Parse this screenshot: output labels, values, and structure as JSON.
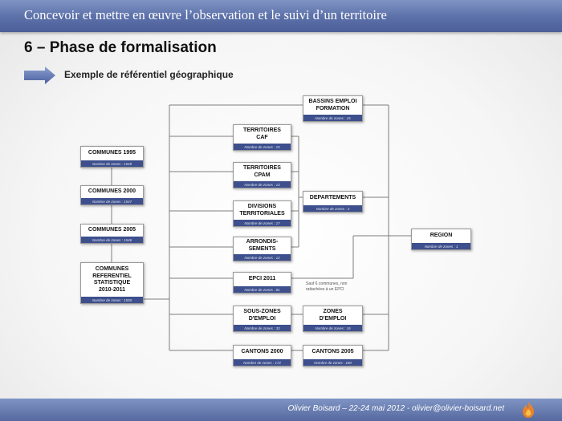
{
  "header": {
    "title": "Concevoir et mettre en œuvre l’observation et le suivi d’un territoire"
  },
  "section": {
    "heading": "6 – Phase de formalisation",
    "subheading": "Exemple de référentiel géographique"
  },
  "diagram": {
    "nodes": [
      {
        "id": "communes-1995",
        "label": "COMMUNES 1995",
        "zones": "Nombre de zones : 1549"
      },
      {
        "id": "communes-2000",
        "label": "COMMUNES 2000",
        "zones": "Nombre de zones : 1547"
      },
      {
        "id": "communes-2005",
        "label": "COMMUNES 2005",
        "zones": "Nombre de zones : 1546"
      },
      {
        "id": "communes-ref",
        "label": "COMMUNES\nREFERENTIEL\nSTATISTIQUE\n2010-2011",
        "zones": "Nombre de zones : 1550"
      },
      {
        "id": "territoires-caf",
        "label": "TERRITOIRES\nCAF",
        "zones": "Nombre de zones : 15"
      },
      {
        "id": "territoires-cpam",
        "label": "TERRITOIRES\nCPAM",
        "zones": "Nombre de zones : 13"
      },
      {
        "id": "divisions-territoriales",
        "label": "DIVISIONS\nTERRITORIALES",
        "zones": "Nombre de zones : 17"
      },
      {
        "id": "arrondissements",
        "label": "ARRONDIS-\nSEMENTS",
        "zones": "Nombre de zones : 12"
      },
      {
        "id": "epci-2011",
        "label": "EPCI 2011",
        "zones": "Nombre de zones : 81"
      },
      {
        "id": "sous-zones-emploi",
        "label": "SOUS-ZONES\nD'EMPLOI",
        "zones": "Nombre de zones : 33"
      },
      {
        "id": "cantons-2000",
        "label": "CANTONS 2000",
        "zones": "Nombre de zones : 172"
      },
      {
        "id": "bassins-emploi",
        "label": "BASSINS EMPLOI\nFORMATION",
        "zones": "Nombre de zones : 15"
      },
      {
        "id": "departements",
        "label": "DEPARTEMENTS",
        "zones": "Nombre de zones : 2"
      },
      {
        "id": "zones-emploi",
        "label": "ZONES\nD'EMPLOI",
        "zones": "Nombre de zones : 16"
      },
      {
        "id": "cantons-2005",
        "label": "CANTONS 2005",
        "zones": "Nombre de zones : 180"
      },
      {
        "id": "region",
        "label": "REGION",
        "zones": "Nombre de zones : 1"
      }
    ],
    "annotation": "Sauf 6 communes, non\nrattachées à un EPCI"
  },
  "footer": {
    "text": "Olivier Boisard – 22-24 mai 2012 - olivier@olivier-boisard.net"
  },
  "colors": {
    "banner": "#5b6fa8",
    "node_band": "#3d4f8c"
  }
}
